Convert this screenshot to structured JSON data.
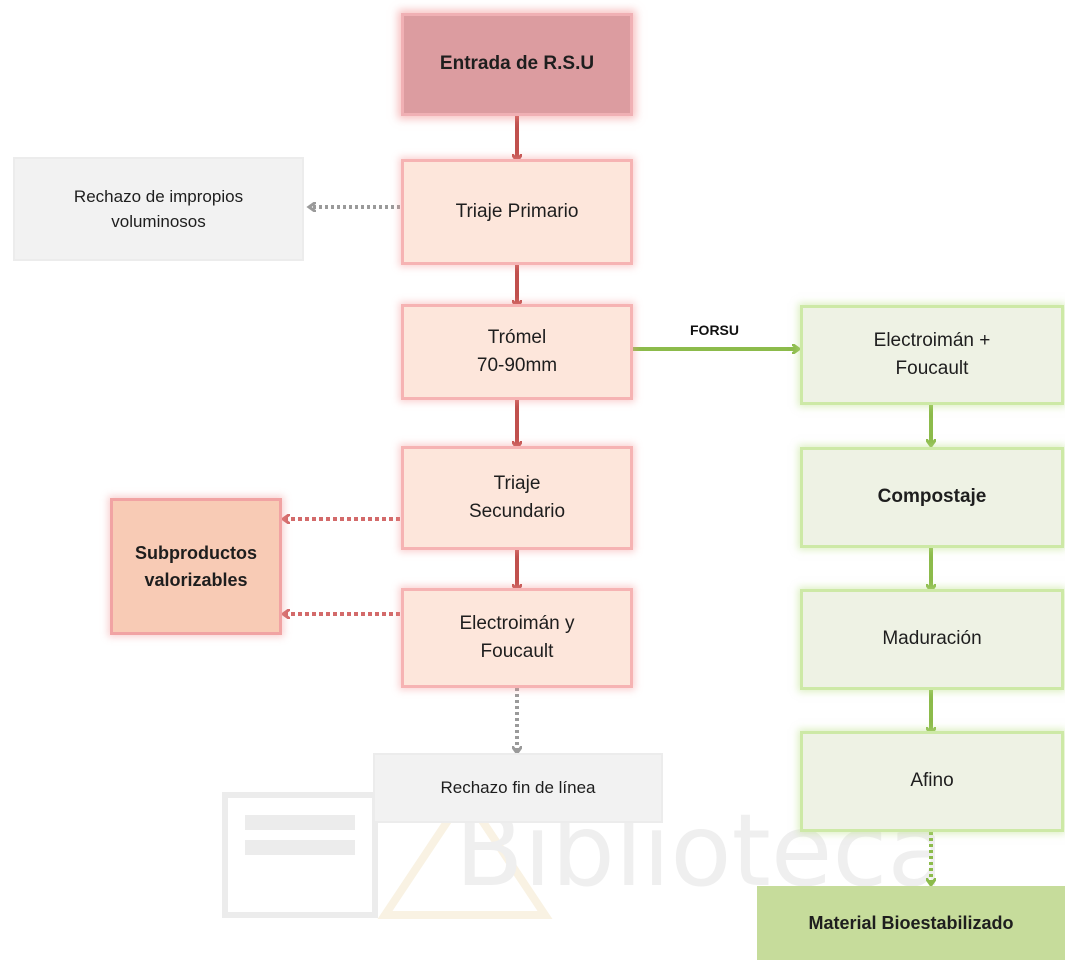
{
  "nodes": {
    "entrada": "Entrada de R.S.U",
    "triaje_primario": "Triaje Primario",
    "rechazo_impropios": "Rechazo de impropios\nvoluminosos",
    "tromel": "Trómel\n70-90mm",
    "triaje_secundario": "Triaje\nSecundario",
    "subproductos": "Subproductos\nvalorizables",
    "electroiman_foucault": "Electroimán y\nFoucault",
    "rechazo_fin": "Rechazo fin de línea",
    "electroiman_foucault_green": "Electroimán +\nFoucault",
    "compostaje": "Compostaje",
    "maduracion": "Maduración",
    "afino": "Afino",
    "material_bioestabilizado": "Material Bioestabilizado"
  },
  "edge_labels": {
    "forsu": "FORSU"
  },
  "colors": {
    "red_arrow": "#c0504d",
    "green_arrow": "#8cbb4b",
    "gray_arrow": "#9a9a9a",
    "red_dotted": "#d36a6a"
  }
}
